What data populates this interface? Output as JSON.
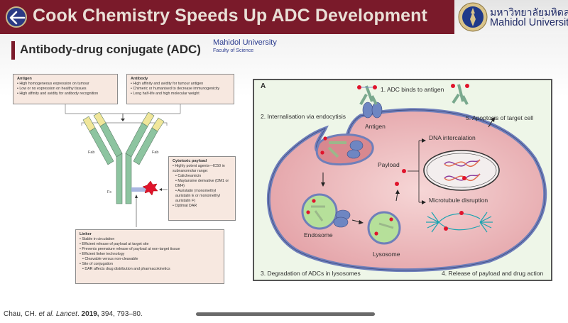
{
  "header": {
    "title": "Cook Chemistry Speeds Up ADC Development",
    "faculty_name": "Mahidol University",
    "faculty_sub": "Faculty of Science",
    "university_thai": "มหาวิทยาลัยมหิดล",
    "university_en": "Mahidol University"
  },
  "section": {
    "title": "Antibody-drug conjugate (ADC)"
  },
  "left_figure": {
    "antigen_box": {
      "title": "Antigen",
      "items": [
        "High homogeneous expression on tumour",
        "Low or no expression on healthy tissues",
        "High affinity and avidity for antibody recognition"
      ]
    },
    "antibody_box": {
      "title": "Antibody",
      "items": [
        "High affinity and avidity for tumour antigen",
        "Chimeric or humanised to decrease immunogenicity",
        "Long half-life and high molecular weight"
      ]
    },
    "payload_box": {
      "title": "Cytotoxic payload",
      "items": [
        "Highly potent agents—IC50 in subnanomolar range:",
        "Calicheamicin",
        "Maytansine derivative (DM1 or DM4)",
        "Auristatin (monomethyl auristatin E or monomethyl auristatin F)",
        "Optimal DAR"
      ]
    },
    "linker_box": {
      "title": "Linker",
      "items": [
        "Stable in circulation",
        "Efficient release of payload at target site",
        "Prevents premature release of payload at non-target tissue",
        "Efficient linker technology",
        "Cleavable versus non-cleavable",
        "Site of conjugation",
        "DAR affects drug distribution and pharmacokinetics"
      ]
    },
    "labels": {
      "fab_left": "Fab",
      "fab_right": "Fab",
      "fc": "Fc"
    }
  },
  "right_figure": {
    "panel_label": "A",
    "step1": "1. ADC binds to antigen",
    "step2": "2. Internalisation via endocytisis",
    "step3": "3. Degradation of ADCs in lysosomes",
    "step4": "4. Release of payload and drug action",
    "step5": "5. Apoptosis of target cell",
    "antigen": "Antigen",
    "payload": "Payload",
    "dna": "DNA intercalation",
    "microtubule": "Microtubule disruption",
    "endosome": "Endosome",
    "lysosome": "Lysosome"
  },
  "footer": {
    "citation_authors": "Chau, CH. ",
    "citation_etal": "et al. Lancet",
    "citation_dot": ". ",
    "citation_year": "2019,",
    "citation_rest": " 394, 793–80."
  },
  "colors": {
    "brand_maroon": "#7a1a2a",
    "box_fill": "#f7e8e0",
    "cell_pink": "#e8a7ac",
    "membrane_blue": "#7d8fc4",
    "vesicle_green": "#b6e09a",
    "payload_red": "#e0142c"
  }
}
